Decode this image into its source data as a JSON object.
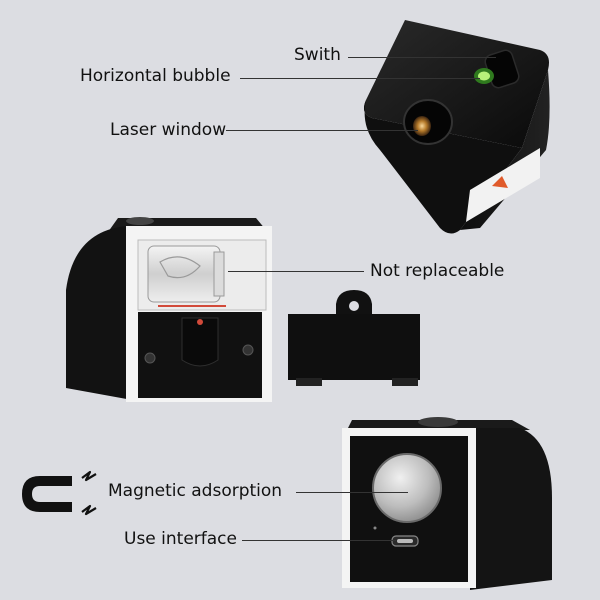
{
  "background_color": "#dcdde2",
  "device_color": "#141414",
  "labels": {
    "switch": "Swith",
    "horizontal_bubble": "Horizontal bubble",
    "laser_window": "Laser window",
    "not_replaceable": "Not replaceable",
    "magnetic_adsorption": "Magnetic adsorption",
    "use_interface": "Use interface"
  },
  "icons": {
    "magnet": "magnet-icon"
  }
}
